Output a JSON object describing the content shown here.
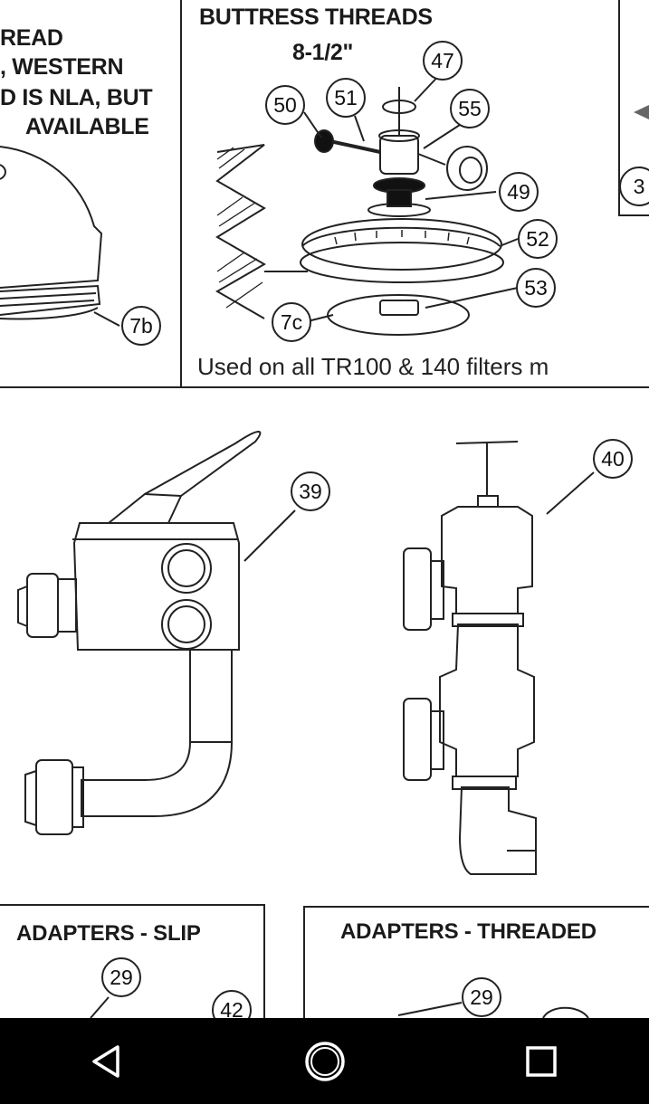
{
  "left_panel": {
    "lines": [
      "READ",
      ", WESTERN",
      "D IS NLA, BUT",
      "AVAILABLE"
    ],
    "callout": "7b"
  },
  "middle_panel": {
    "title": "BUTTRESS THREADS",
    "subtitle": "8-1/2\"",
    "callouts": [
      "47",
      "50",
      "51",
      "55",
      "49",
      "52",
      "53",
      "7c"
    ],
    "caption": "Used on all TR100 & 140 filters m"
  },
  "right_panel": {
    "callout": "3"
  },
  "valves": {
    "callouts": [
      "39",
      "40"
    ]
  },
  "adapters_slip": {
    "title": "ADAPTERS - SLIP",
    "callouts": [
      "29",
      "42"
    ]
  },
  "adapters_threaded": {
    "title": "ADAPTERS - THREADED",
    "callouts": [
      "29"
    ]
  },
  "navbar": {
    "buttons": [
      "back-icon",
      "home-icon",
      "recents-icon"
    ],
    "background": "#000000",
    "icon_color": "#ffffff"
  }
}
